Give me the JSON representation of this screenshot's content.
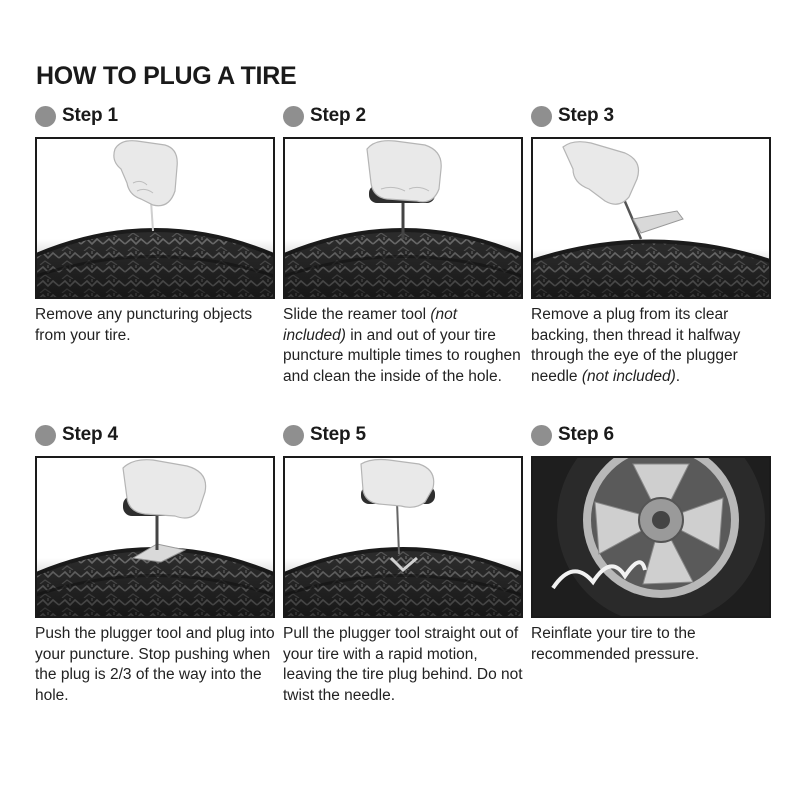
{
  "title": "HOW TO PLUG A TIRE",
  "steps": [
    {
      "label": "Step 1",
      "parts": [
        {
          "text": "Remove any puncturing objects from your tire.",
          "italic": false
        }
      ]
    },
    {
      "label": "Step 2",
      "parts": [
        {
          "text": "Slide the reamer tool ",
          "italic": false
        },
        {
          "text": "(not included)",
          "italic": true
        },
        {
          "text": " in and out of your tire puncture multiple times to roughen and clean the inside of the hole.",
          "italic": false
        }
      ]
    },
    {
      "label": "Step 3",
      "parts": [
        {
          "text": "Remove a plug from its clear backing, then thread it halfway through the eye of the plugger needle ",
          "italic": false
        },
        {
          "text": "(not included)",
          "italic": true
        },
        {
          "text": ".",
          "italic": false
        }
      ]
    },
    {
      "label": "Step 4",
      "parts": [
        {
          "text": "Push the plugger tool and plug into your puncture. Stop pushing when the plug is 2/3 of the way into the hole.",
          "italic": false
        }
      ]
    },
    {
      "label": "Step 5",
      "parts": [
        {
          "text": "Pull the plugger tool straight out of your tire with a rapid motion, leaving the tire plug behind. Do not twist the needle.",
          "italic": false
        }
      ]
    },
    {
      "label": "Step 6",
      "parts": [
        {
          "text": "Reinflate your tire to the recommended pressure.",
          "italic": false
        }
      ]
    }
  ],
  "colors": {
    "dot": "#8f8f8f",
    "border": "#1a1a1a",
    "text": "#222222",
    "tire": "#2a2a2a"
  }
}
